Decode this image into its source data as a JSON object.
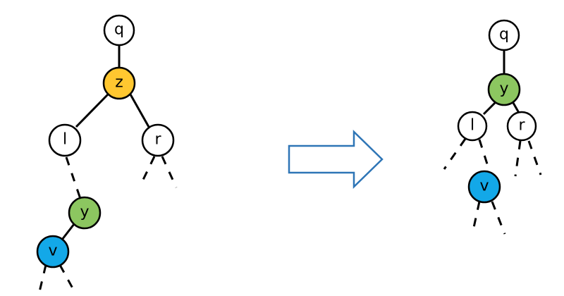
{
  "colors": {
    "white": "#ffffff",
    "yellow": "#ffc730",
    "green": "#8cc660",
    "blue": "#13a8e8",
    "arrow_stroke": "#2e75b6"
  },
  "before_tree": {
    "nodes": [
      {
        "id": "q",
        "label": "q",
        "color": "#ffffff"
      },
      {
        "id": "z",
        "label": "z",
        "color": "#ffc730"
      },
      {
        "id": "l",
        "label": "l",
        "color": "#ffffff"
      },
      {
        "id": "r",
        "label": "r",
        "color": "#ffffff"
      },
      {
        "id": "y",
        "label": "y",
        "color": "#8cc660"
      },
      {
        "id": "v",
        "label": "v",
        "color": "#13a8e8"
      }
    ]
  },
  "after_tree": {
    "nodes": [
      {
        "id": "q",
        "label": "q",
        "color": "#ffffff"
      },
      {
        "id": "y",
        "label": "y",
        "color": "#8cc660"
      },
      {
        "id": "l",
        "label": "l",
        "color": "#ffffff"
      },
      {
        "id": "r",
        "label": "r",
        "color": "#ffffff"
      },
      {
        "id": "v",
        "label": "v",
        "color": "#13a8e8"
      }
    ]
  },
  "transition_arrow": {
    "icon": "right-arrow-icon"
  }
}
